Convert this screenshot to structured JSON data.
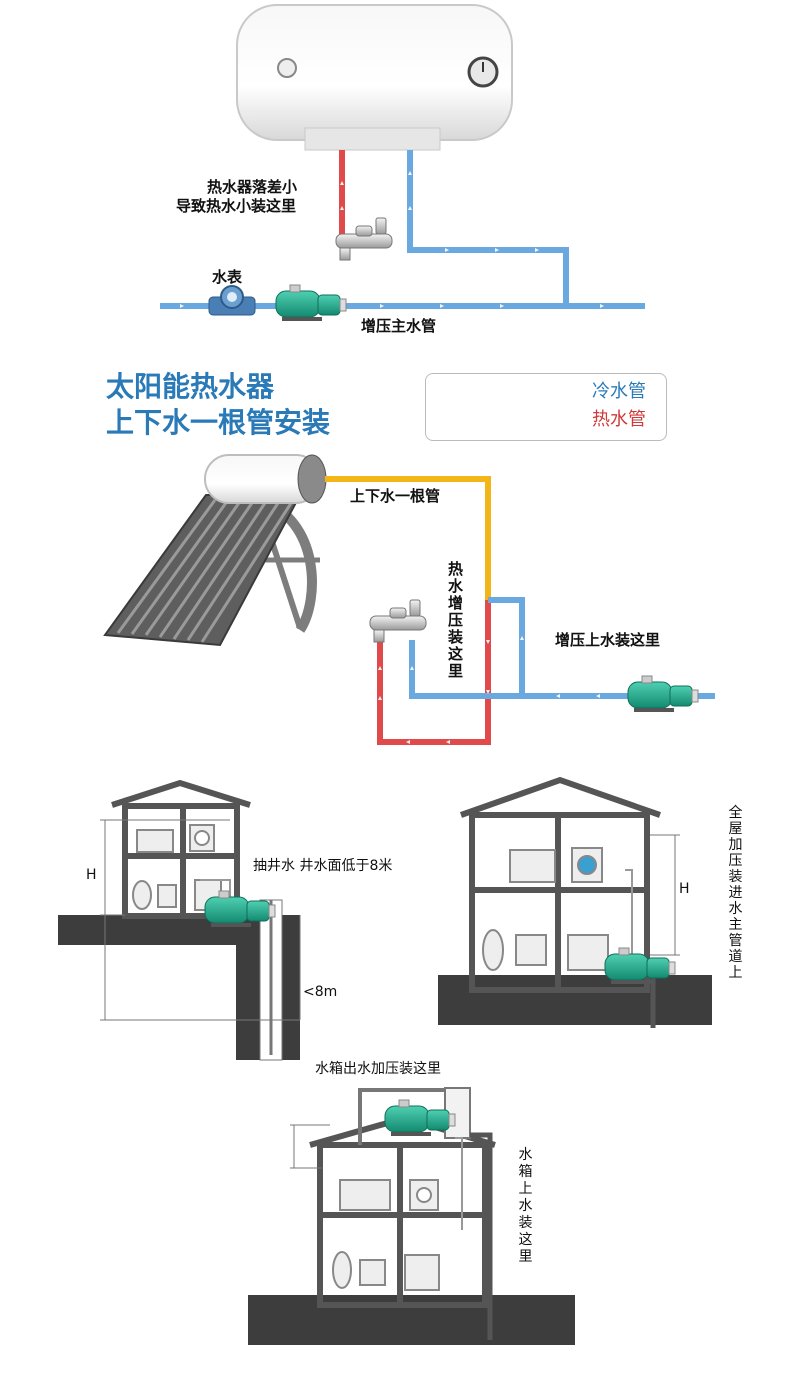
{
  "section1": {
    "heater_note_line1": "热水器落差小",
    "heater_note_line2": "导致热水小装这里",
    "meter_label": "水表",
    "main_pipe_label": "增压主水管"
  },
  "section2": {
    "title_line1": "太阳能热水器",
    "title_line2": "上下水一根管安装",
    "legend": {
      "cold": "冷水管",
      "hot": "热水管",
      "cold_color": "#6aa8e0",
      "hot_color": "#e04a4a"
    },
    "single_pipe_label": "上下水一根管",
    "hot_boost_label": "热水增压装这里",
    "inlet_boost_label": "增压上水装这里"
  },
  "section3": {
    "well_label": "抽井水 井水面低于8米",
    "well_depth": "<8m",
    "height_left": "H",
    "height_right": "H",
    "whole_house_label": "全屋加压装进水主管道上"
  },
  "section4": {
    "tank_outlet_label": "水箱出水加压装这里",
    "tank_inlet_label": "水箱上水装这里"
  },
  "colors": {
    "cold_pipe": "#6aa8e0",
    "hot_pipe": "#e04a4a",
    "single_pipe": "#f2b619",
    "pump_green": "#1fa58a",
    "wall_gray": "#555555",
    "ground_dark": "#3d3d3d",
    "title_blue": "#2a7ab8"
  }
}
